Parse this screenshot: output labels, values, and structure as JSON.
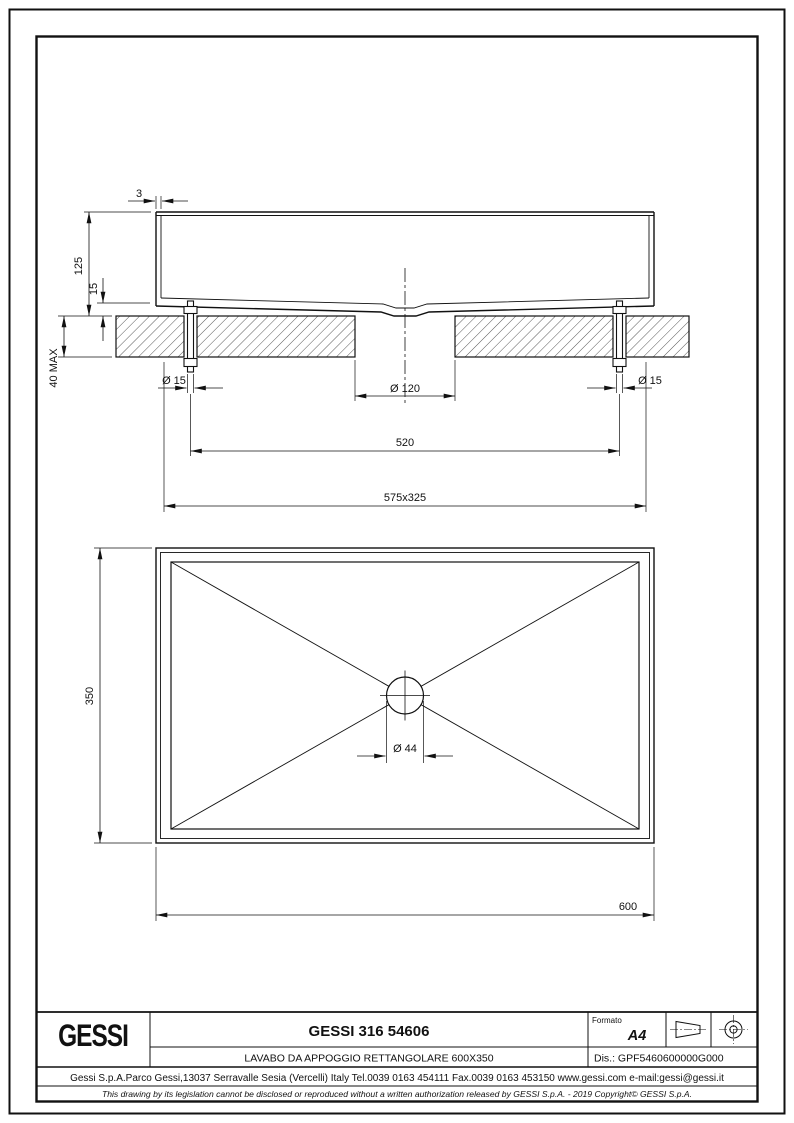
{
  "section_view": {
    "dim_rim_thickness": "3",
    "dim_basin_height": "125",
    "dim_bottom_offset": "15",
    "dim_counter_thickness": "40 MAX",
    "dim_hole_left": "Ø 15",
    "dim_hole_right": "Ø 15",
    "dim_drain_cutout": "Ø 120",
    "dim_hole_spacing": "520",
    "dim_recommended_cutout": "575x325"
  },
  "plan_view": {
    "dim_width": "600",
    "dim_depth": "350",
    "dim_drain_hole": "Ø 44"
  },
  "title_block": {
    "logo_text": "GESSI",
    "product_code": "GESSI 316 54606",
    "description": "LAVABO DA APPOGGIO RETTANGOLARE 600X350",
    "format_label": "Formato",
    "format_value": "A4",
    "drawing_code": "Dis.: GPF5460600000G000",
    "company_line": "Gessi S.p.A.Parco Gessi,13037 Serravalle Sesia (Vercelli) Italy Tel.0039 0163 454111 Fax.0039 0163 453150 www.gessi.com e-mail:gessi@gessi.it",
    "legal_line": "This drawing by its legislation cannot be disclosed or reproduced without a written authorization released by GESSI S.p.A. - 2019 Copyright© GESSI S.p.A."
  }
}
